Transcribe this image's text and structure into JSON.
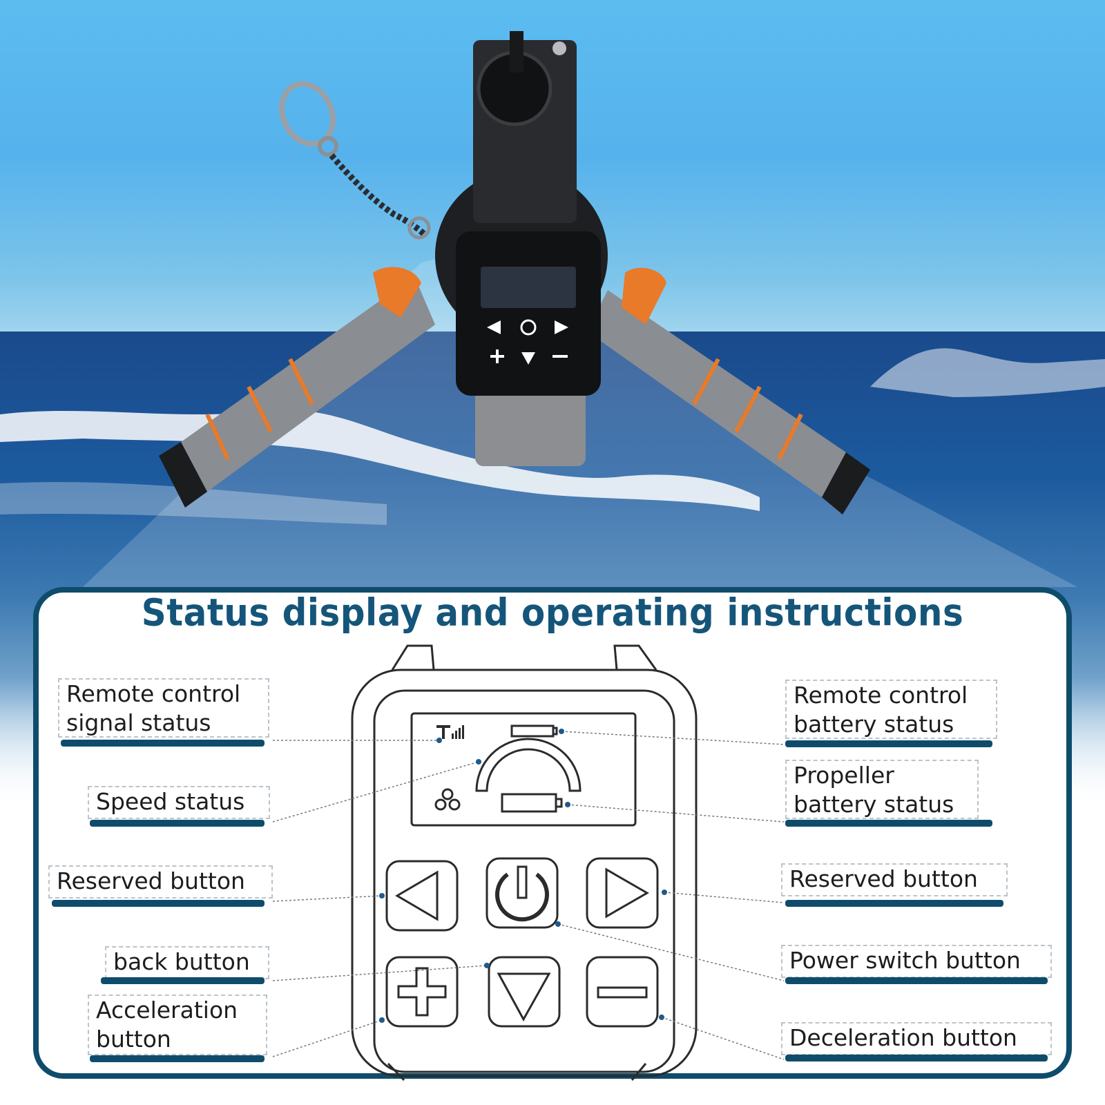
{
  "panel": {
    "title": "Status display and operating instructions"
  },
  "labels": {
    "signal_status": "Remote control\nsignal status",
    "speed_status": "Speed status",
    "reserved_left": "Reserved button",
    "back_button": "back button",
    "acceleration_button": "Acceleration\nbutton",
    "remote_battery": "Remote control\nbattery status",
    "propeller_battery": "Propeller\nbattery status",
    "reserved_right": "Reserved button",
    "power_switch": "Power switch button",
    "deceleration_button": "Deceleration button"
  },
  "colors": {
    "panel_border": "#0f4c6b",
    "title": "#15557a",
    "underline": "#0f4c6b",
    "handle_accent": "#e87a2a"
  }
}
